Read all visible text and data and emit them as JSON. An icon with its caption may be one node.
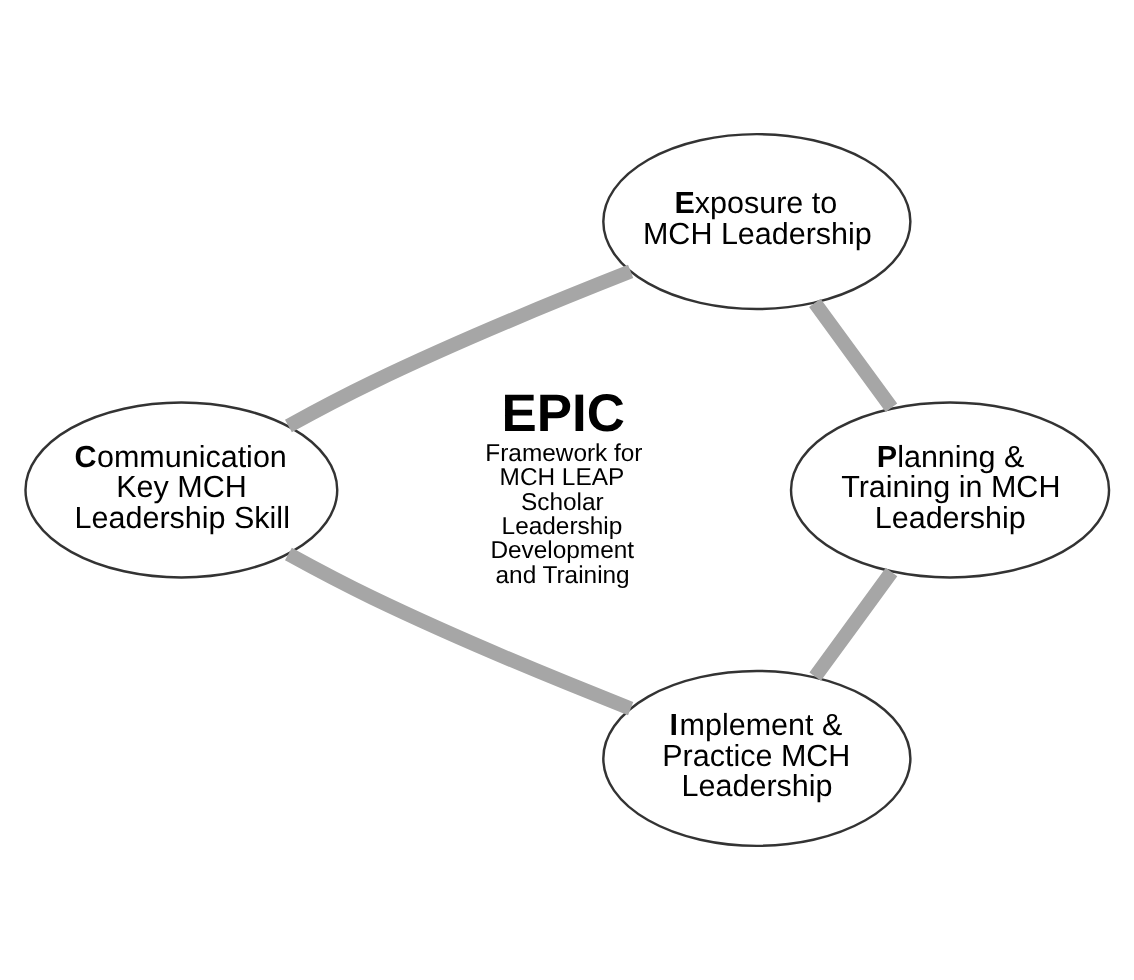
{
  "diagram": {
    "nodes": [
      {
        "text": [
          "**E**xposure to MCH Leadership"
        ]
      },
      {
        "text": [
          "**P**lanning & Training in MCH Leadership"
        ]
      },
      {
        "text": [
          "**I**mplement & Practice MCH Leadership"
        ]
      },
      {
        "text": [
          "**C**ommunication Key MCH Leadership Skill"
        ]
      }
    ],
    "edges": [
      {
        "from": 0,
        "to": 1,
        "arrow": "none"
      },
      {
        "from": 1,
        "to": 2,
        "arrow": "none"
      },
      {
        "from": 2,
        "to": 3,
        "arrow": "none"
      },
      {
        "from": 3,
        "to": 0,
        "arrow": "none"
      }
    ],
    "labels": [
      "EPIC",
      "Framework for MCH LEAP Scholar Leadership Development and Training"
    ]
  }
}
